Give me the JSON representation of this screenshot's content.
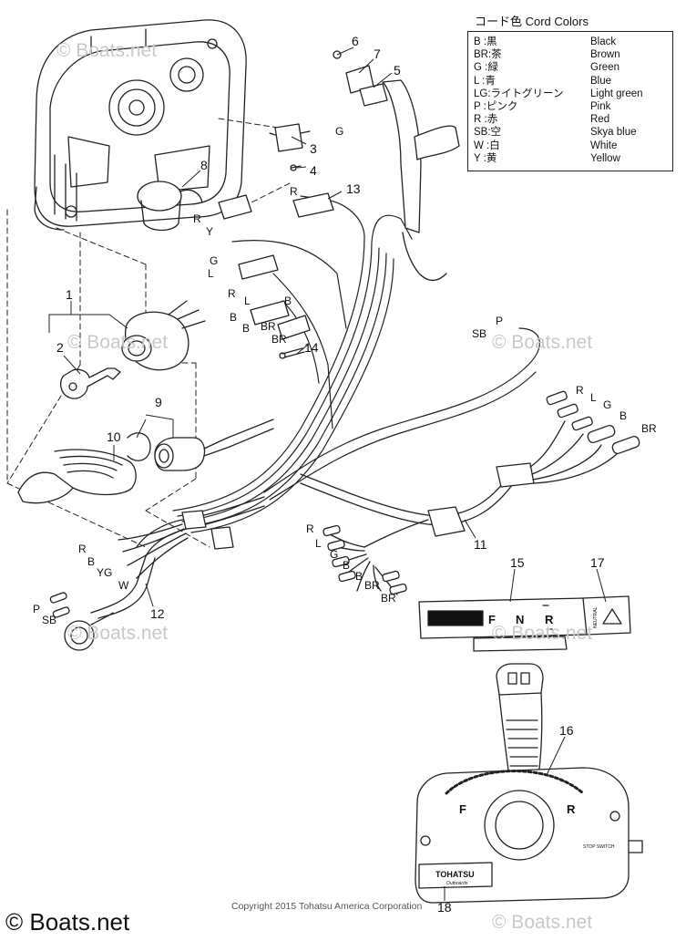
{
  "legend": {
    "title": "コード色 Cord Colors",
    "rows": [
      {
        "code": "B :黒",
        "name": "Black"
      },
      {
        "code": "BR:茶",
        "name": "Brown"
      },
      {
        "code": "G :緑",
        "name": "Green"
      },
      {
        "code": "L :青",
        "name": "Blue"
      },
      {
        "code": "LG:ライトグリーン",
        "name": "Light green"
      },
      {
        "code": "P :ピンク",
        "name": "Pink"
      },
      {
        "code": "R :赤",
        "name": "Red"
      },
      {
        "code": "SB:空",
        "name": "Skya blue"
      },
      {
        "code": "W :白",
        "name": "White"
      },
      {
        "code": "Y :黄",
        "name": "Yellow"
      }
    ]
  },
  "callouts": [
    "1",
    "2",
    "3",
    "4",
    "5",
    "6",
    "7",
    "8",
    "9",
    "10",
    "11",
    "12",
    "13",
    "14",
    "15",
    "16",
    "17",
    "18"
  ],
  "wire_labels": {
    "g_top": "G",
    "r_13": "R",
    "r_left": "R",
    "y_left": "Y",
    "g_mid": "G",
    "l_mid": "L",
    "r_mid": "R",
    "l_low": "L",
    "b_mid": "B",
    "b_sw1": "B",
    "b_sw2": "B",
    "br_sw1": "BR",
    "br_sw2": "BR",
    "p_right": "P",
    "sb_right": "SB",
    "r_right": "R",
    "l_right": "L",
    "g_right": "G",
    "b_right": "B",
    "br_right": "BR",
    "r_11": "R",
    "l_11": "L",
    "g_11": "G",
    "b_11a": "B",
    "b_11b": "B",
    "br_11a": "BR",
    "br_11b": "BR",
    "r_12": "R",
    "b_12": "B",
    "yg_12": "YG",
    "w_12": "W",
    "p_12": "P",
    "sb_12": "SB"
  },
  "gauge": {
    "f": "F",
    "n": "N",
    "r": "R",
    "neutral": "NEUTRAL"
  },
  "lever": {
    "f": "F",
    "r": "R",
    "stop_switch": "STOP SWITCH",
    "brand": "TOHATSU",
    "sub": "Outboards"
  },
  "watermark": "© Boats.net",
  "brand_footer": "© Boats.net",
  "copyright": "Copyright 2015 Tohatsu America Corporation"
}
